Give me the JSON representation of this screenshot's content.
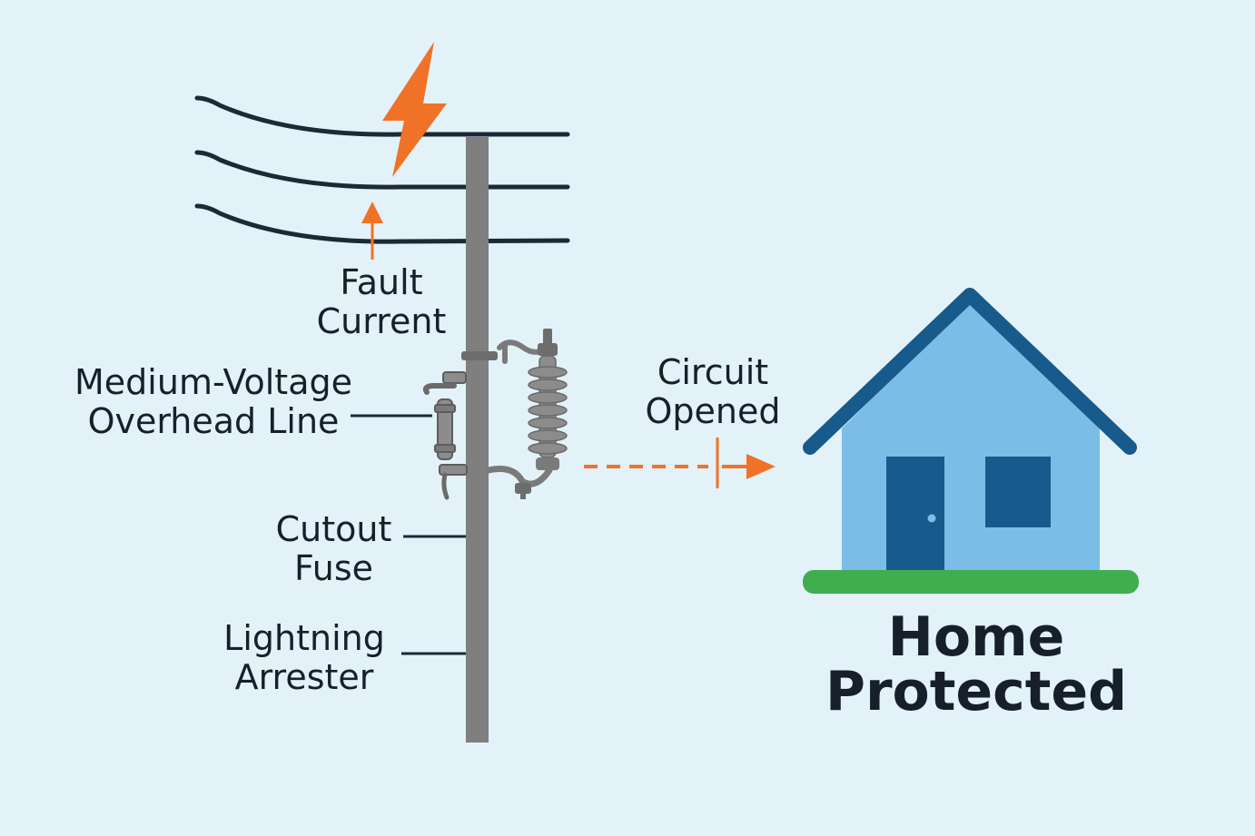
{
  "labels": {
    "fault_current": [
      "Fault",
      "Current"
    ],
    "mv_line": [
      "Medium-Voltage",
      "Overhead Line"
    ],
    "cutout_fuse": [
      "Cutout",
      "Fuse"
    ],
    "lightning_arrester": [
      "Lightning",
      "Arrester"
    ],
    "circuit_opened": [
      "Circuit",
      "Opened"
    ],
    "home_protected": [
      "Home",
      "Protected"
    ]
  },
  "colors": {
    "background": "#e3f2f9",
    "wire": "#1c2a36",
    "pole": "#7f7f7f",
    "accent": "#f07226",
    "house_wall": "#7bbde6",
    "house_roof": "#175a8c",
    "house_door": "#175a8c",
    "grass": "#3fae4f",
    "text": "#17202a"
  },
  "icons": [
    "lightning-bolt-icon",
    "house-icon"
  ]
}
